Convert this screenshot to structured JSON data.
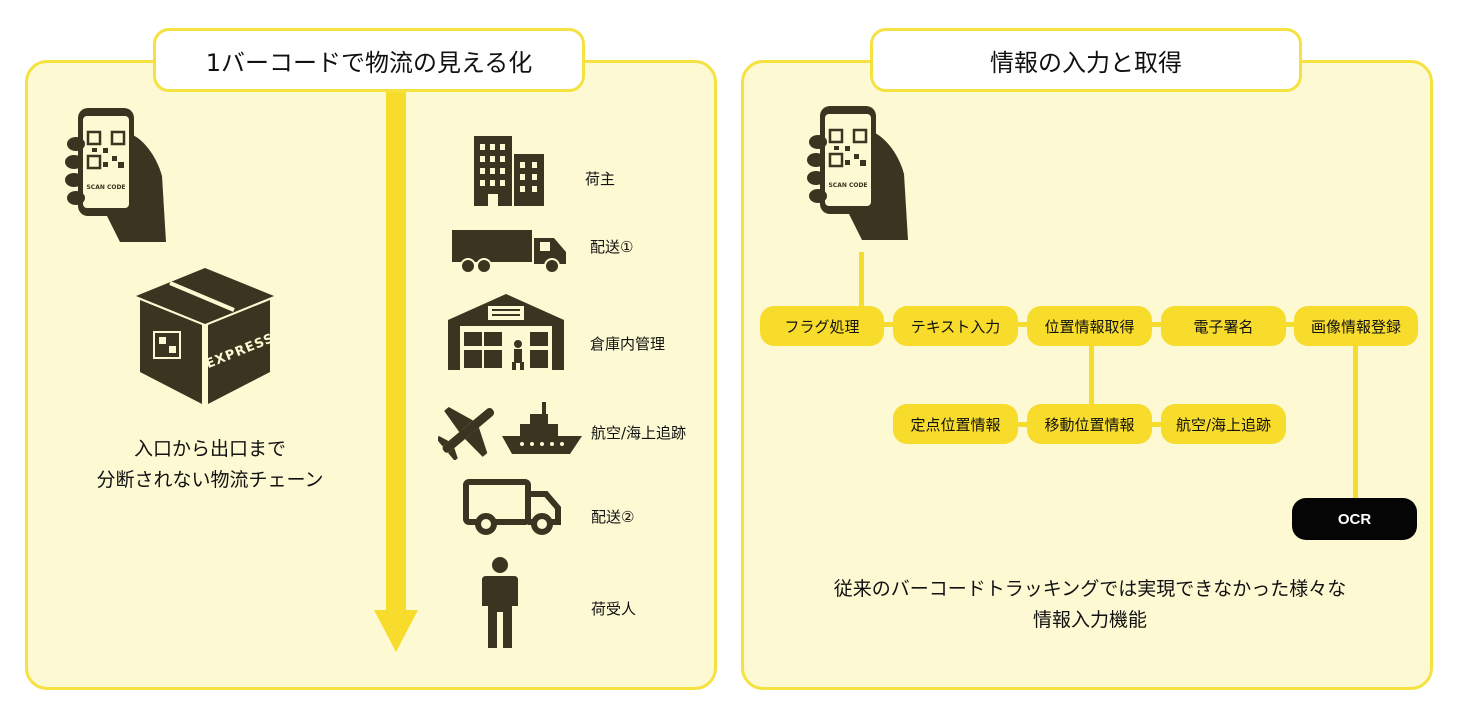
{
  "left_panel": {
    "title": "1バーコードで物流の見える化",
    "caption_line1": "入口から出口まで",
    "caption_line2": "分断されない物流チェーン",
    "box_label": "EXPRESS",
    "phone_label": "SCAN CODE",
    "flow": [
      {
        "icon": "building-icon",
        "label": "荷主"
      },
      {
        "icon": "truck-icon",
        "label": "配送①"
      },
      {
        "icon": "warehouse-icon",
        "label": "倉庫内管理"
      },
      {
        "icon": "plane-ship-icon",
        "label": "航空/海上追跡"
      },
      {
        "icon": "delivery-van-icon",
        "label": "配送②"
      },
      {
        "icon": "person-icon",
        "label": "荷受人"
      }
    ]
  },
  "right_panel": {
    "title": "情報の入力と取得",
    "phone_label": "SCAN CODE",
    "row1": [
      "フラグ処理",
      "テキスト入力",
      "位置情報取得",
      "電子署名",
      "画像情報登録"
    ],
    "row2": [
      "定点位置情報",
      "移動位置情報",
      "航空/海上追跡"
    ],
    "ocr": "OCR",
    "caption_line1": "従来のバーコードトラッキングでは実現できなかった様々な",
    "caption_line2": "情報入力機能"
  },
  "colors": {
    "accent_yellow": "#f5e240",
    "panel_fill": "#fdf9d3",
    "tag_fill": "#f8dc2c",
    "icon_dark": "#3a3420"
  }
}
